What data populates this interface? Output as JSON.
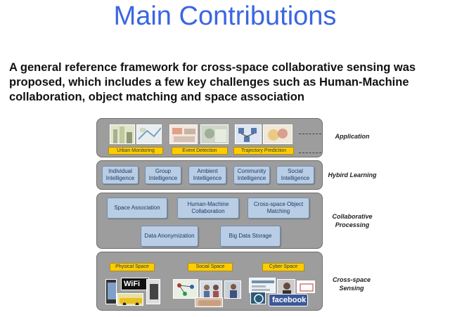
{
  "title": "Main Contributions",
  "intro": "A general reference framework for cross-space collaborative sensing was proposed, which includes a few key challenges such as Human-Machine collaboration, object matching and space association",
  "layers": {
    "application": {
      "label": "Application",
      "tags": [
        "Urban Monitoring",
        "Event Detection",
        "Trajectory Prediction"
      ]
    },
    "hybrid": {
      "label": "Hybird Learning",
      "boxes": [
        "Individual Intelligence",
        "Group Intelligence",
        "Ambient Intelligence",
        "Community Intelligence",
        "Social Intelligence"
      ]
    },
    "collab": {
      "label": "Collaborative Processing",
      "boxes": [
        "Space Association",
        "Human-Machine Collaboration",
        "Cross-space Object Matching",
        "Data Anonymization",
        "Big Data Storage"
      ]
    },
    "sensing": {
      "label": "Cross-space Sensing",
      "tags": [
        "Physical Space",
        "Social Space",
        "Cyber Space"
      ],
      "logos": [
        "WiFi",
        "facebook"
      ]
    }
  },
  "colors": {
    "title": "#3a66e0",
    "layer_bg": "#9d9d9d",
    "box_bg": "#b9cde4",
    "tag_bg": "#ffcc00",
    "facebook": "#3b5998"
  }
}
